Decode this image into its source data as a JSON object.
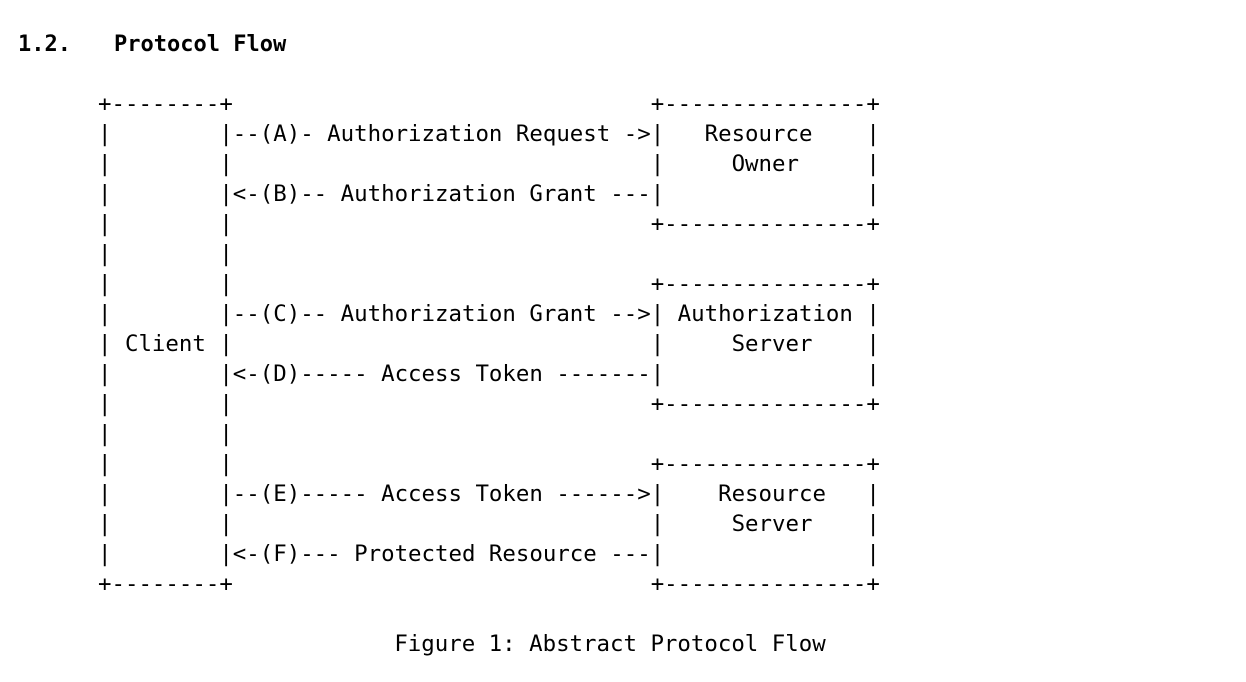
{
  "section": {
    "number": "1.2.",
    "title": "Protocol Flow"
  },
  "figure": {
    "lines": [
      "+--------+                               +---------------+",
      "|        |--(A)- Authorization Request ->|   Resource    |",
      "|        |                               |     Owner     |",
      "|        |<-(B)-- Authorization Grant ---|               |",
      "|        |                               +---------------+",
      "|        |",
      "|        |                               +---------------+",
      "|        |--(C)-- Authorization Grant -->| Authorization |",
      "| Client |                               |     Server    |",
      "|        |<-(D)----- Access Token -------|               |",
      "|        |                               +---------------+",
      "|        |",
      "|        |                               +---------------+",
      "|        |--(E)----- Access Token ------>|    Resource   |",
      "|        |                               |     Server    |",
      "|        |<-(F)--- Protected Resource ---|               |",
      "+--------+                               +---------------+"
    ],
    "caption": "Figure 1: Abstract Protocol Flow"
  }
}
